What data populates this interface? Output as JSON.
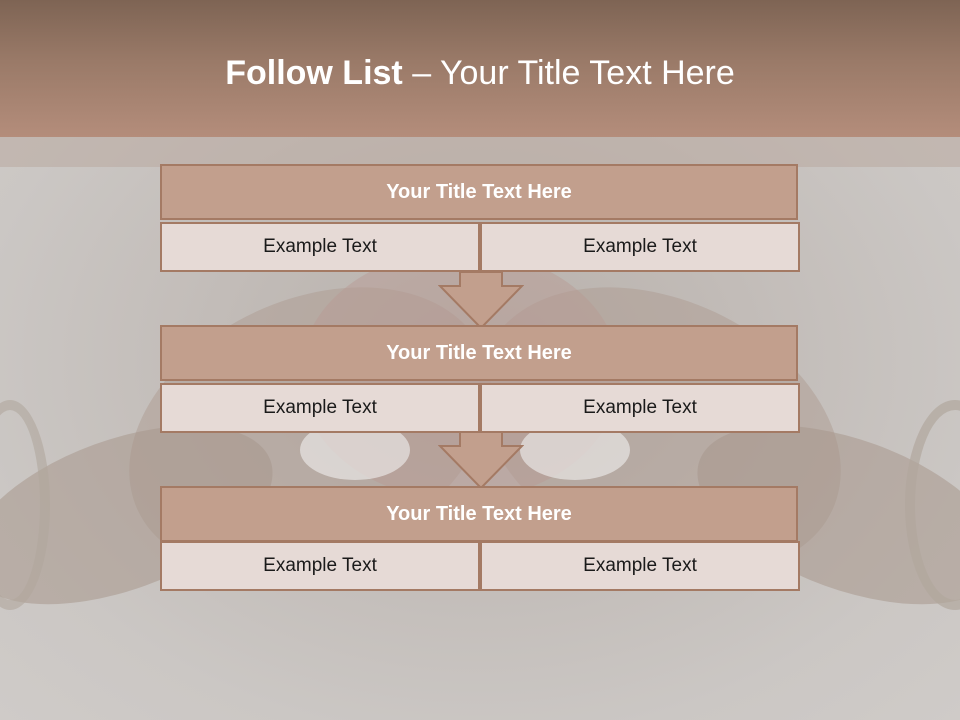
{
  "header": {
    "title_bold": "Follow List",
    "title_rest": " – Your Title Text Here"
  },
  "blocks": [
    {
      "title": "Your Title Text Here",
      "left": "Example Text",
      "right": "Example Text"
    },
    {
      "title": "Your Title Text Here",
      "left": "Example Text",
      "right": "Example Text"
    },
    {
      "title": "Your Title Text Here",
      "left": "Example Text",
      "right": "Example Text"
    }
  ],
  "colors": {
    "header_brown": "#9a7a68",
    "title_fill": "#c29f8d",
    "cell_fill": "#e6dad6",
    "border": "#a47a64"
  }
}
